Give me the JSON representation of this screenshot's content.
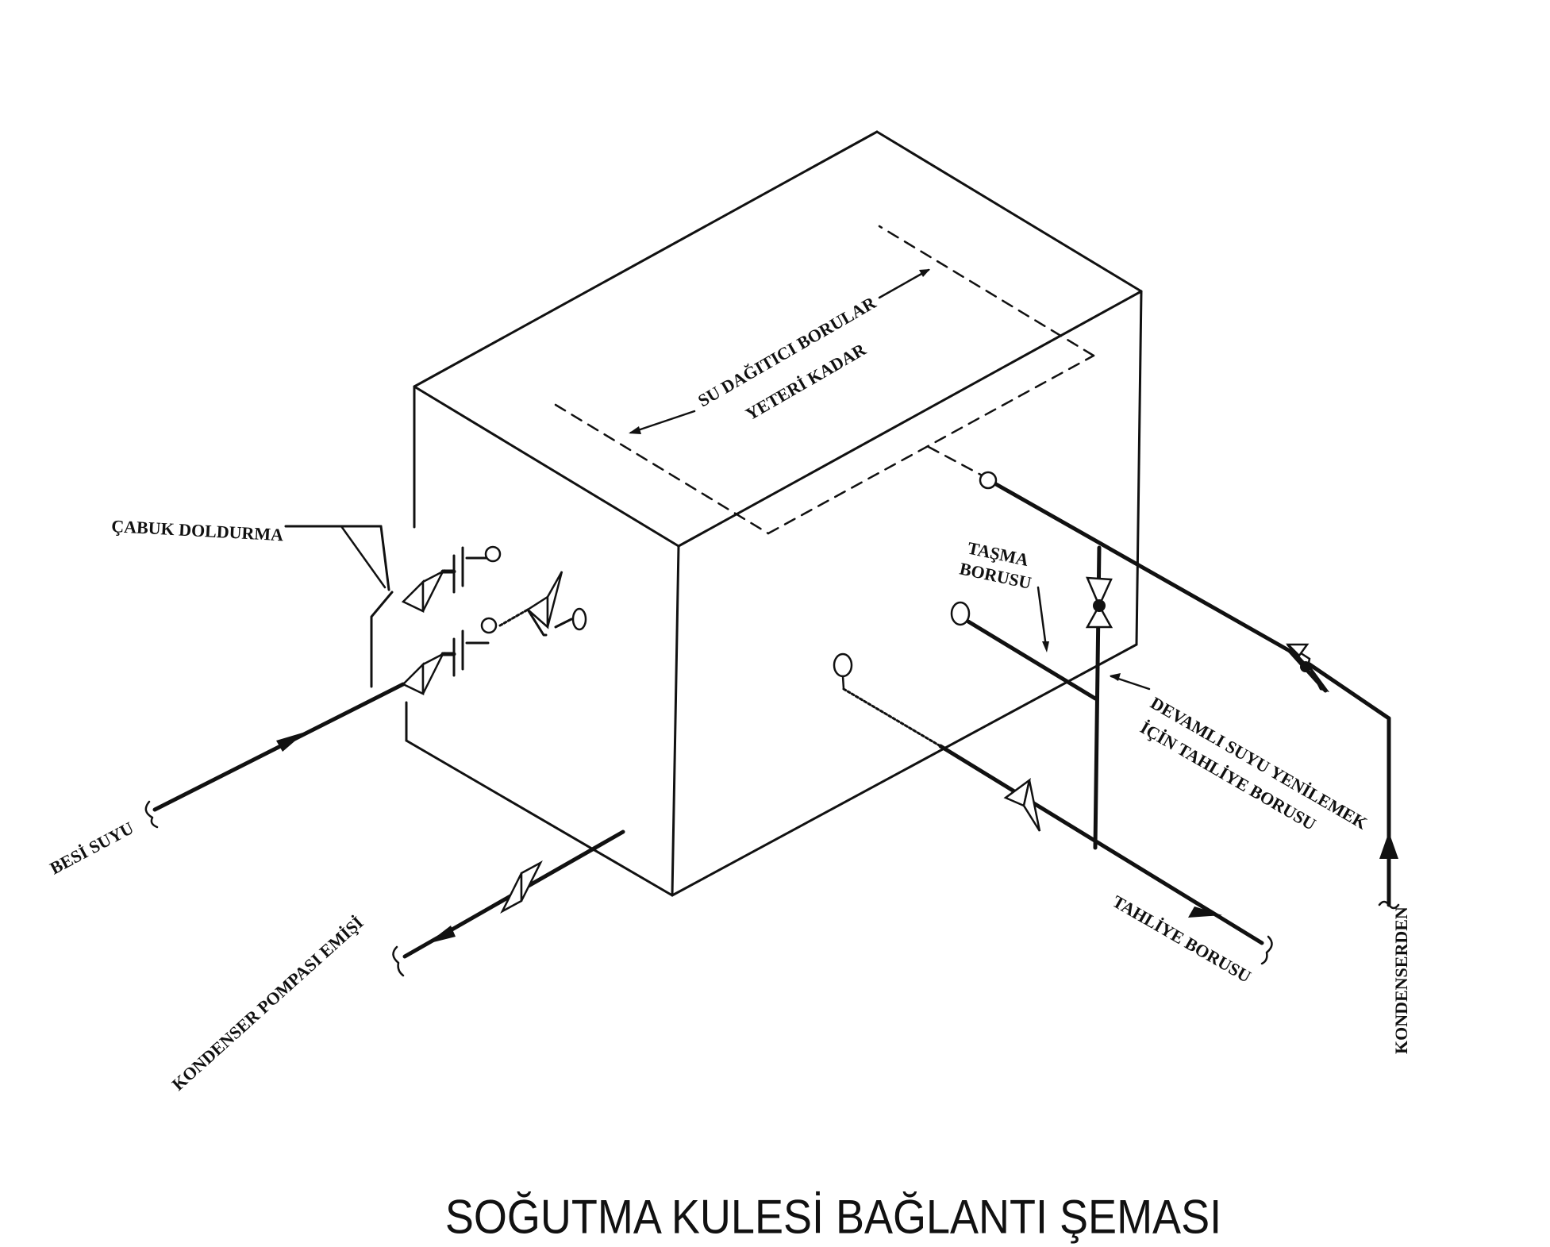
{
  "title": "SOĞUTMA KULESİ BAĞLANTI ŞEMASI",
  "labels": {
    "spray_line1": "SU DAĞITICI BORULAR",
    "spray_line2": "YETERİ KADAR",
    "quick_fill": "ÇABUK DOLDURMA",
    "makeup_water": "BESİ SUYU",
    "pump_suction": "KONDENSER POMPASI EMİŞİ",
    "overflow_line1": "TAŞMA",
    "overflow_line2": "BORUSU",
    "bleed_line1": "DEVAMLI SUYU YENİLEMEK",
    "bleed_line2": "İÇİN TAHLİYE BORUSU",
    "drain": "TAHLİYE BORUSU",
    "from_condenser": "KONDENSERDEN"
  }
}
